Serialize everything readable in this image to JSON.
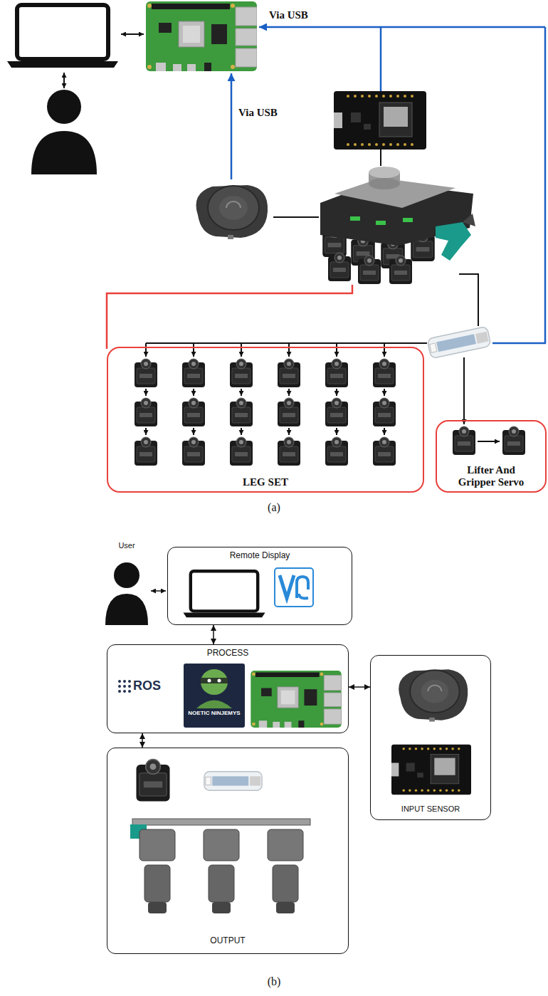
{
  "diagram": {
    "nodes": [
      {
        "text": [
          "LEG SET"
        ]
      },
      {
        "text": [
          "Lifter And Gripper Servo"
        ]
      },
      {
        "text": [
          "Remote Display"
        ]
      },
      {
        "text": [
          "PROCESS"
        ]
      },
      {
        "text": [
          "INPUT SENSOR"
        ]
      },
      {
        "text": [
          "OUTPUT"
        ]
      }
    ],
    "edges": [
      {
        "from": 2,
        "to": 3,
        "arrow": "both"
      },
      {
        "from": 3,
        "to": 4,
        "arrow": "both"
      },
      {
        "from": 3,
        "to": 5,
        "arrow": "both"
      }
    ],
    "labels": [
      "Via USB",
      "Via USB",
      "(a)",
      "User",
      "ROS",
      "NOETIC NINJEMYS",
      "(b)"
    ]
  }
}
